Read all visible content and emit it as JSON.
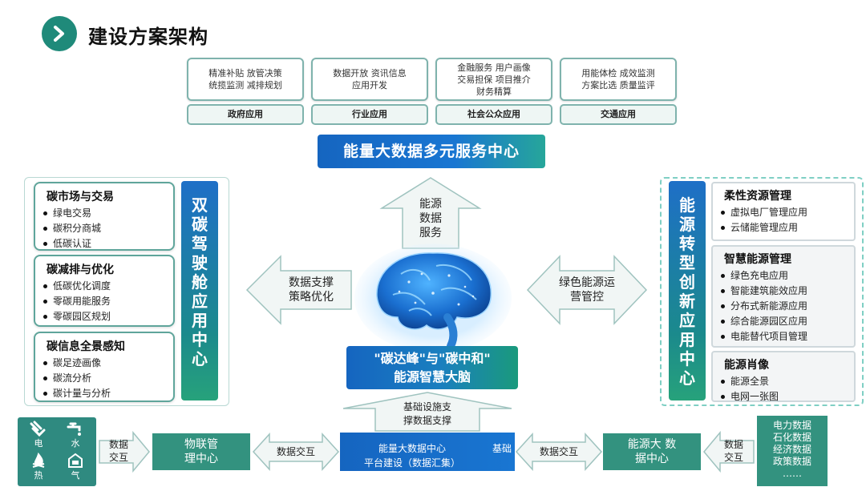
{
  "header": {
    "title": "建设方案架构"
  },
  "applications": [
    {
      "lines": [
        "精准补贴  放管决策",
        "统揽监测  减排规划"
      ],
      "name": "政府应用"
    },
    {
      "lines": [
        "数据开放  资讯信息",
        "应用开发"
      ],
      "name": "行业应用"
    },
    {
      "lines": [
        "金融服务  用户画像",
        "交易担保  项目推介",
        "财务精算"
      ],
      "name": "社会公众应用"
    },
    {
      "lines": [
        "用能体检  成效监测",
        "方案比选  质量监评"
      ],
      "name": "交通应用"
    }
  ],
  "service_center": "能量大数据多元服务中心",
  "left_panel": {
    "boxes": [
      {
        "title": "碳市场与交易",
        "items": [
          "绿电交易",
          "碳积分商城",
          "低碳认证"
        ]
      },
      {
        "title": "碳减排与优化",
        "items": [
          "低碳优化调度",
          "零碳用能服务",
          "零碳园区规划"
        ]
      },
      {
        "title": "碳信息全景感知",
        "items": [
          "碳足迹画像",
          "碳流分析",
          "碳计量与分析"
        ]
      }
    ],
    "vertical_label": "双碳驾驶舱应用中心"
  },
  "right_panel": {
    "vertical_label": "能源转型创新应用中心",
    "boxes": [
      {
        "title": "柔性资源管理",
        "items": [
          "虚拟电厂管理应用",
          "云储能管理应用"
        ]
      },
      {
        "title": "智慧能源管理",
        "items": [
          "绿色充电应用",
          "智能建筑能效应用",
          "分布式新能源应用",
          "综合能源园区应用",
          "电能替代项目管理"
        ]
      },
      {
        "title": "能源肖像",
        "items": [
          "能源全景",
          "电网一张图"
        ]
      }
    ]
  },
  "arrows": {
    "up": "能源\n数据\n服务",
    "left": "数据支撑\n策略优化",
    "right": "绿色能源运\n营管控",
    "bottom_up": "基础设施支\n撑数据支撑"
  },
  "brain": {
    "line1": "\"碳达峰\"与\"碳中和\"",
    "line2": "能源智慧大脑"
  },
  "bottom": {
    "sensors": [
      "电",
      "水",
      "热",
      "气"
    ],
    "exchange_left": "数据\n交互",
    "iot_center": "物联管\n理中心",
    "exchange_mid_left": "数据交互",
    "platform_line1": "能量大数据中心",
    "platform_tag": "基础",
    "platform_line2": "平台建设（数据汇集）",
    "exchange_mid_right": "数据交互",
    "energy_data_center": "能源大 数\n据中心",
    "exchange_right": "数据\n交互",
    "data_sources": [
      "电力数据",
      "石化数据",
      "经济数据",
      "政策数据",
      "……"
    ]
  },
  "colors": {
    "teal": "#33927f",
    "blue": "#1565c0",
    "border": "#7fb3ad"
  }
}
